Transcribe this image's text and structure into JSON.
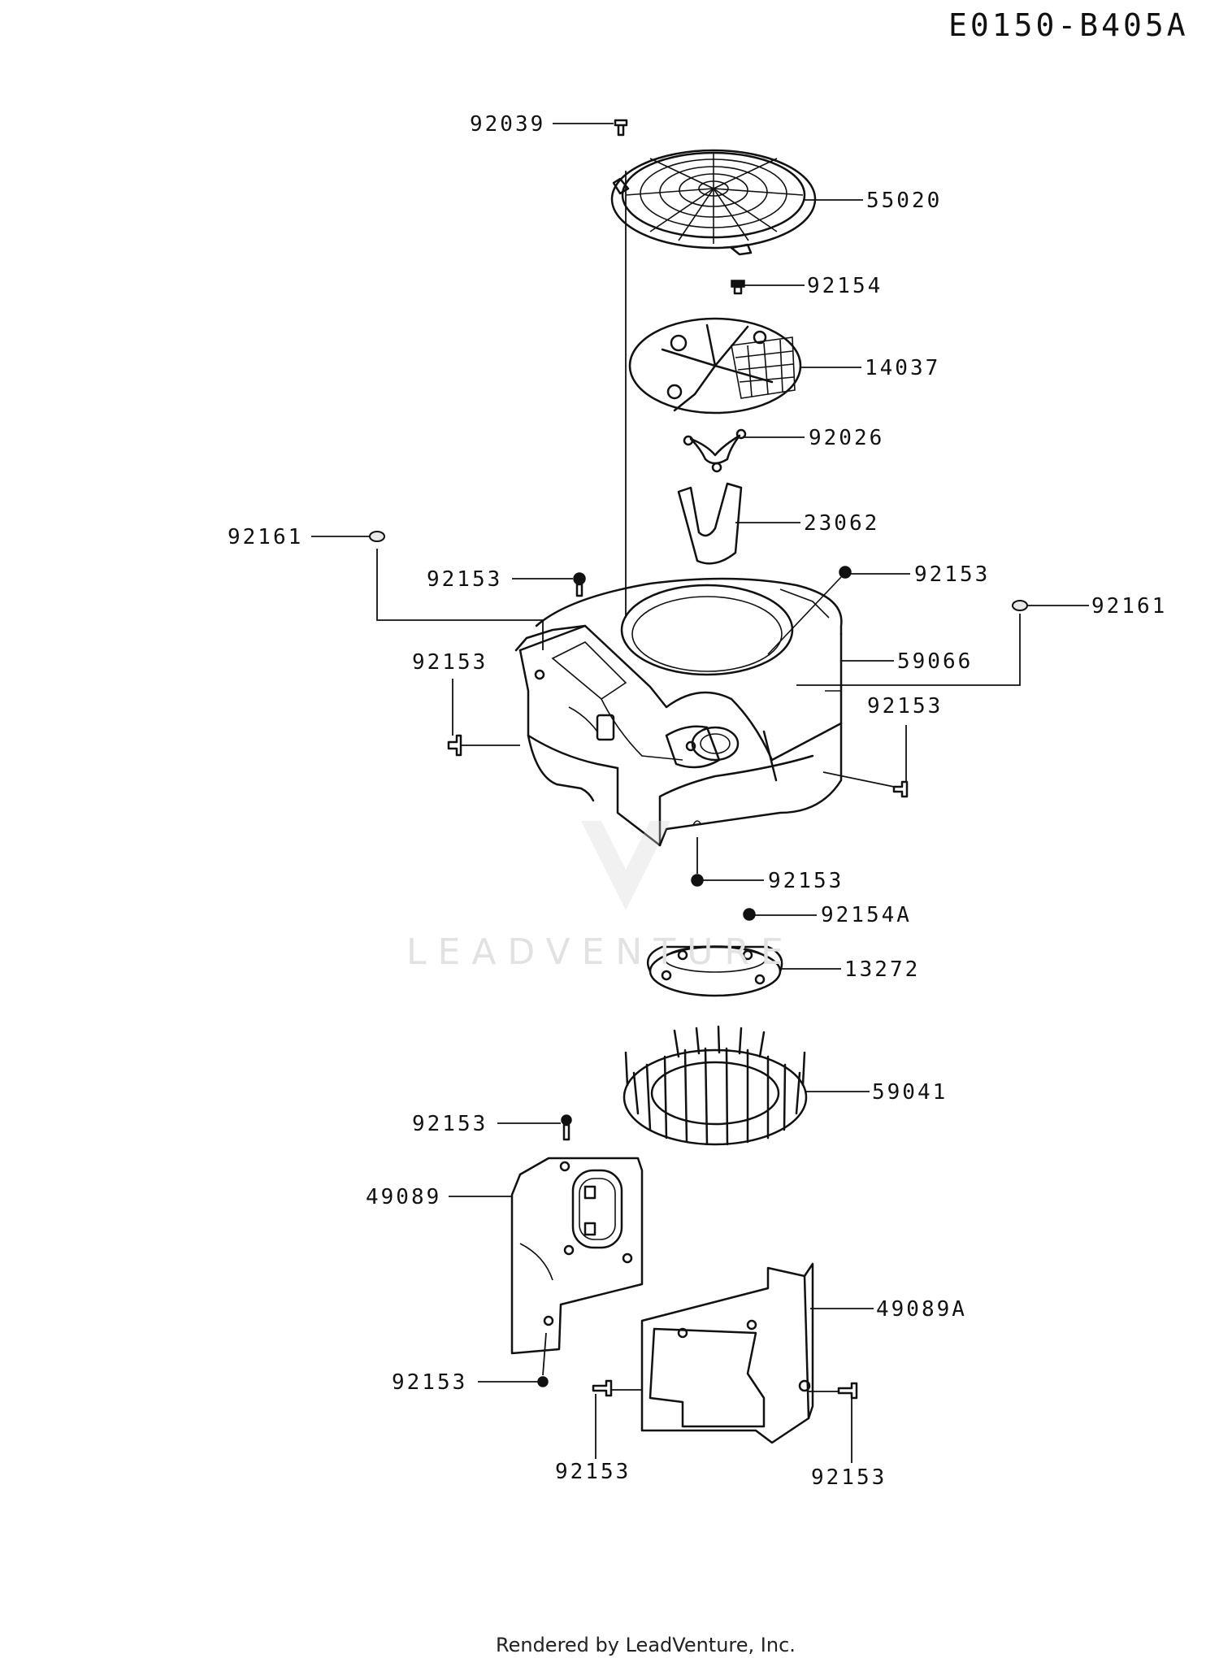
{
  "diagram_code": "E0150-B405A",
  "footer_text": "Rendered by LeadVenture, Inc.",
  "watermark_text": "LEADVENTURE",
  "part_labels": {
    "p92039": "92039",
    "p55020": "55020",
    "p92154": "92154",
    "p14037": "14037",
    "p92026": "92026",
    "p23062": "23062",
    "p92161_left": "92161",
    "p92161_right": "92161",
    "p92153_top_left": "92153",
    "p92153_top_right": "92153",
    "p92153_mid_left": "92153",
    "p59066": "59066",
    "p92153_mid_right": "92153",
    "p92153_bottom_center": "92153",
    "p92154A": "92154A",
    "p13272": "13272",
    "p59041": "59041",
    "p92153_shield_top": "92153",
    "p49089": "49089",
    "p49089A": "49089A",
    "p92153_shield_bottom": "92153",
    "p92153_lower_left": "92153",
    "p92153_lower_right": "92153"
  }
}
